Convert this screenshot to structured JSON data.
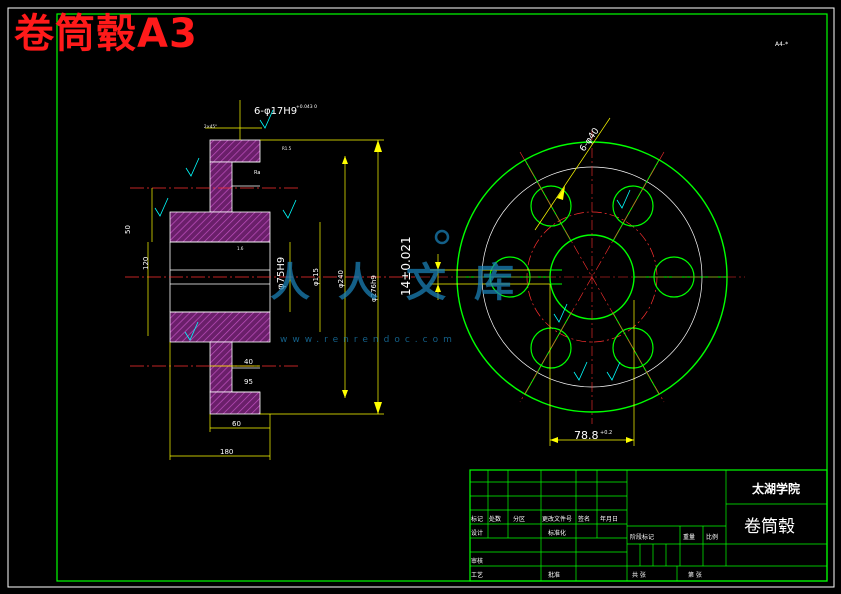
{
  "overlay_title": "卷筒毂A3",
  "corner_mark": "A4-*",
  "colors": {
    "background": "#000000",
    "frame": "#00ff00",
    "outline": "#ffffff",
    "dimension": "#ffff00",
    "center_line": "#ff3030",
    "hatch": "#b040b0",
    "symbol": "#00ffff",
    "watermark": "#1a7fb5",
    "title_red": "#ff1a1a"
  },
  "section_view": {
    "bolt_note": "6-φ17H9",
    "bolt_tol": "+0.043 0",
    "dims": {
      "d_bore": "φ75H9",
      "d_hub": "φ115",
      "d_240": "φ240",
      "d_flange": "φ276h9",
      "left_50": "50",
      "left_120": "120",
      "w_40": "40",
      "w_95": "95",
      "w_60": "60",
      "w_180": "180",
      "r_fillet": "R1.5",
      "chamfer": "2×45°",
      "hatch_note": "1.6",
      "ra": "Ra"
    }
  },
  "front_view": {
    "hole_note": "6-φ40",
    "keyway_dim": "14±0.021",
    "key_depth": "78.8",
    "key_depth_tol": "+0.2"
  },
  "watermark": {
    "text": "人人文库",
    "url": "www.renrendoc.com"
  },
  "title_block": {
    "school": "太湖学院",
    "part_name": "卷筒毂",
    "h_mark": "标记",
    "h_count": "处数",
    "h_zone": "分区",
    "h_doc": "更改文件号",
    "h_sign": "签名",
    "h_date": "年月日",
    "design": "设计",
    "std": "标准化",
    "review": "审核",
    "process": "工艺",
    "approve": "批准",
    "stage": "阶段标记",
    "weight": "重量",
    "scale": "比例",
    "total": "共 张",
    "sheet": "第 张"
  }
}
